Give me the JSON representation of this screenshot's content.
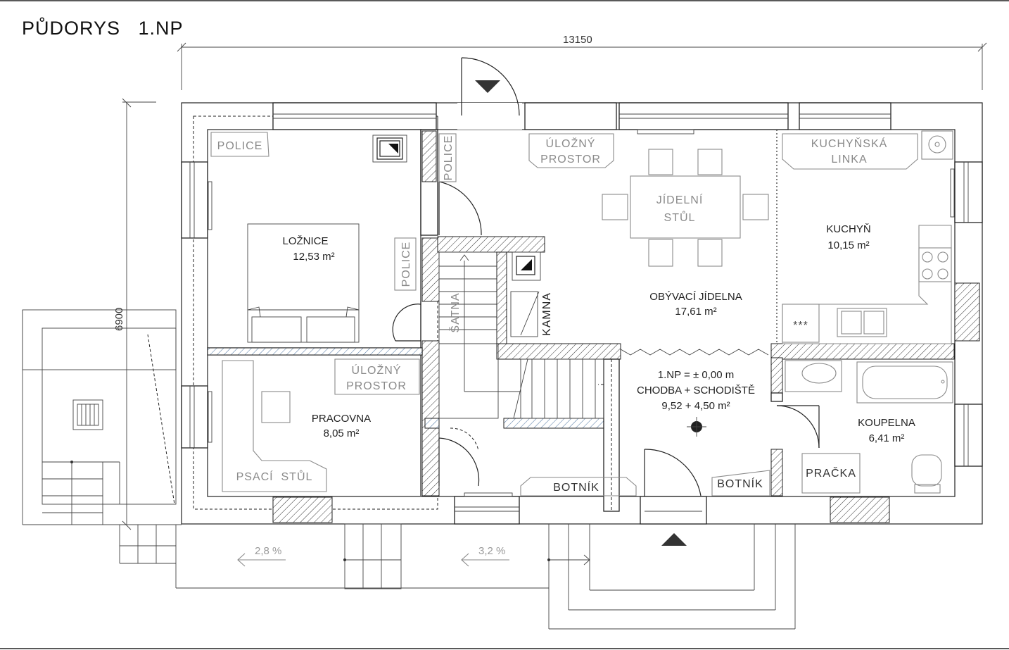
{
  "title": "PŮDORYS   1.NP",
  "dimensions": {
    "width_label": "13150",
    "height_label": "6900"
  },
  "rooms": {
    "loznice": {
      "name": "LOŽNICE",
      "area": "12,53 m²"
    },
    "pracovna": {
      "name": "PRACOVNA",
      "area": "8,05 m²"
    },
    "obyvaci": {
      "name": "OBÝVACÍ JÍDELNA",
      "area": "17,61 m²"
    },
    "kuchyn": {
      "name": "KUCHYŇ",
      "area": "10,15 m²"
    },
    "chodba": {
      "level": "1.NP = ± 0,00 m",
      "name": "CHODBA + SCHODIŠTĚ",
      "area": "9,52 + 4,50 m²"
    },
    "koupelna": {
      "name": "KOUPELNA",
      "area": "6,41 m²"
    }
  },
  "furniture_labels": {
    "police_1": "POLICE",
    "police_2": "POLICE",
    "police_3": "POLICE",
    "ulozny_1_line1": "ÚLOŽNÝ",
    "ulozny_1_line2": "PROSTOR",
    "ulozny_2_line1": "ÚLOŽNÝ",
    "ulozny_2_line2": "PROSTOR",
    "kuch_linka_line1": "KUCHYŇSKÁ",
    "kuch_linka_line2": "LINKA",
    "jidelni_line1": "JÍDELNÍ",
    "jidelni_line2": "STŮL",
    "satna": "ŠATNA",
    "kamna": "KAMNA",
    "psaci_stul": "PSACÍ  STŮL",
    "botnik_1": "BOTNÍK",
    "botnik_2": "BOTNÍK",
    "pracka": "PRAČKA",
    "stars": "***"
  },
  "slopes": {
    "left": "2,8 %",
    "right": "3,2 %"
  }
}
